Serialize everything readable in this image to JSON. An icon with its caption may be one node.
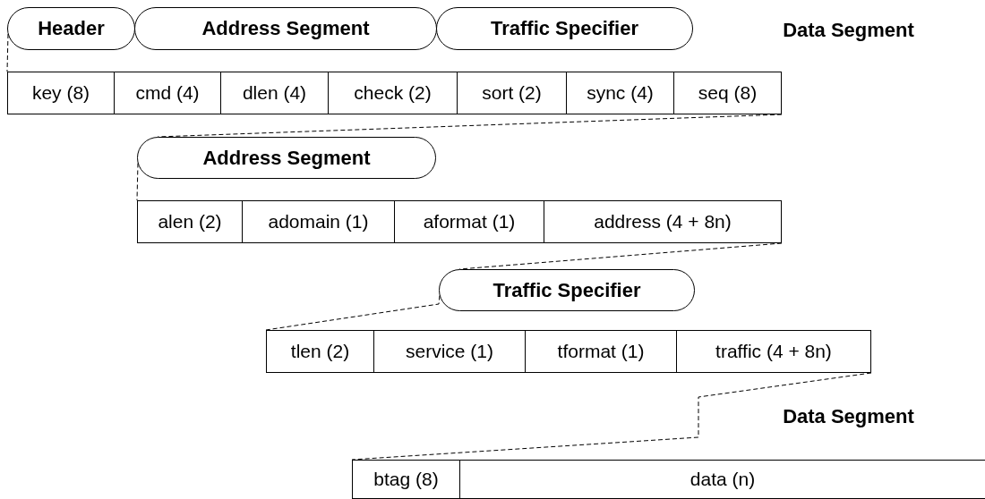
{
  "diagram": {
    "nodes": [
      {
        "text": [
          "Header"
        ]
      },
      {
        "text": [
          "Address Segment"
        ]
      },
      {
        "text": [
          "Traffic Specifier"
        ]
      },
      {
        "text": [
          "Data Segment"
        ]
      },
      {
        "text": [
          "key (8)"
        ]
      },
      {
        "text": [
          "cmd (4)"
        ]
      },
      {
        "text": [
          "dlen (4)"
        ]
      },
      {
        "text": [
          "check (2)"
        ]
      },
      {
        "text": [
          "sort (2)"
        ]
      },
      {
        "text": [
          "sync (4)"
        ]
      },
      {
        "text": [
          "seq (8)"
        ]
      },
      {
        "text": [
          "Address Segment"
        ]
      },
      {
        "text": [
          "alen (2)"
        ]
      },
      {
        "text": [
          "adomain (1)"
        ]
      },
      {
        "text": [
          "aformat (1)"
        ]
      },
      {
        "text": [
          "address (4 + 8n)"
        ]
      },
      {
        "text": [
          "Traffic Specifier"
        ]
      },
      {
        "text": [
          "tlen (2)"
        ]
      },
      {
        "text": [
          "service (1)"
        ]
      },
      {
        "text": [
          "tformat (1)"
        ]
      },
      {
        "text": [
          "traffic (4 + 8n)"
        ]
      },
      {
        "text": [
          "Data Segment"
        ]
      },
      {
        "text": [
          "btag (8)"
        ]
      },
      {
        "text": [
          "data (n)"
        ]
      }
    ],
    "edges": [
      {
        "from": 0,
        "to": 4,
        "arrow": "none",
        "style": "dashed"
      },
      {
        "from": 10,
        "to": 11,
        "arrow": "none",
        "style": "dashed"
      },
      {
        "from": 11,
        "to": 12,
        "arrow": "none",
        "style": "dashed"
      },
      {
        "from": 15,
        "to": 16,
        "arrow": "none",
        "style": "dashed"
      },
      {
        "from": 16,
        "to": 17,
        "arrow": "none",
        "style": "dashed"
      },
      {
        "from": 20,
        "to": 22,
        "arrow": "none",
        "style": "dashed"
      }
    ]
  }
}
